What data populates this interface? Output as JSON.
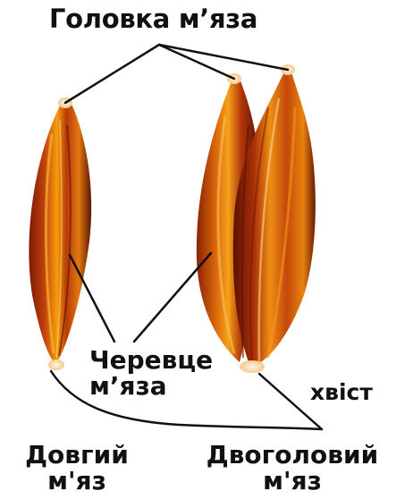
{
  "labels": {
    "head": "Головка м’яза",
    "belly_line1": "Черевце",
    "belly_line2": "м’яза",
    "tail": "хвіст",
    "long_line1": "Довгий",
    "long_line2": "м'яз",
    "biceps_line1": "Двоголовий",
    "biceps_line2": "м'яз"
  },
  "colors": {
    "muscle_dark": "#7a1a04",
    "muscle_mid": "#c2410c",
    "muscle_light": "#f59e0b",
    "tendon": "#fde7c4",
    "line": "#111111"
  }
}
